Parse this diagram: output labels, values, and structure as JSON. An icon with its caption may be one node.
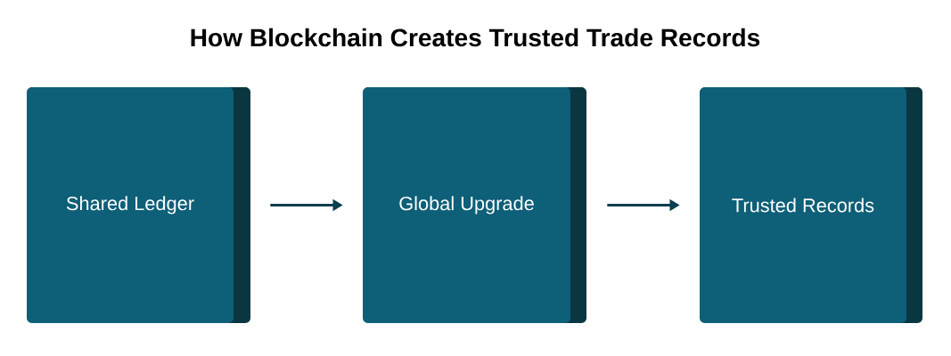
{
  "diagram": {
    "title": "How Blockchain Creates Trusted Trade Records",
    "nodes": [
      {
        "text": [
          "Shared Ledger"
        ]
      },
      {
        "text": [
          "Global Upgrade"
        ]
      },
      {
        "text": [
          "Trusted Records"
        ]
      }
    ],
    "edges": [
      {
        "from": 0,
        "to": 1,
        "arrow": "to"
      },
      {
        "from": 1,
        "to": 2,
        "arrow": "to"
      }
    ]
  }
}
